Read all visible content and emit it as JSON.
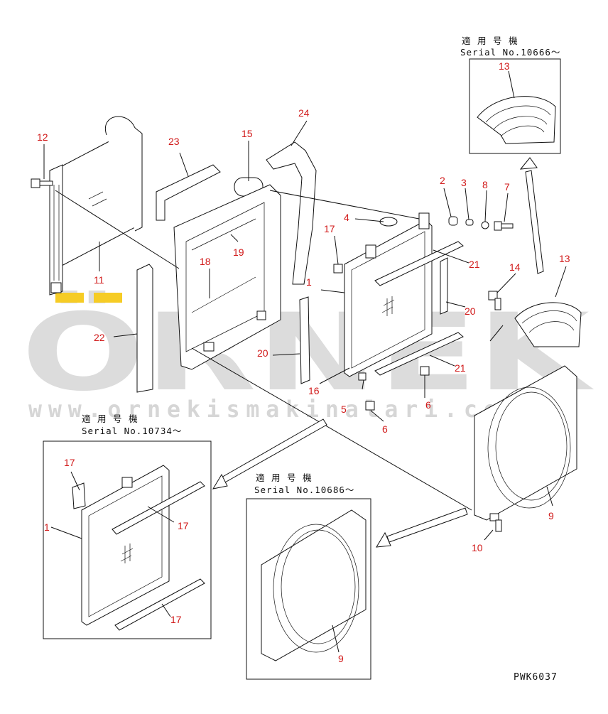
{
  "watermark": {
    "brand": "ÖRNEK",
    "url": "www.ornekismakinalari.com.tr",
    "brand_color": "#d7d7d7",
    "accent_color": "#f5c400"
  },
  "drawing_code": "PWK6037",
  "callouts": {
    "c1": "1",
    "c2": "2",
    "c3": "3",
    "c4": "4",
    "c5": "5",
    "c6a": "6",
    "c6b": "6",
    "c7": "7",
    "c8": "8",
    "c9": "9",
    "c10": "10",
    "c11": "11",
    "c12": "12",
    "c13a": "13",
    "c13b": "13",
    "c14": "14",
    "c15": "15",
    "c16": "16",
    "c17": "17",
    "c18": "18",
    "c19": "19",
    "c20a": "20",
    "c20b": "20",
    "c21a": "21",
    "c21b": "21",
    "c22": "22",
    "c23": "23",
    "c24": "24"
  },
  "insets": {
    "top_right": {
      "applicable": "適 用 号 機",
      "serial": "Serial No.10666～",
      "callout": "13"
    },
    "left": {
      "applicable": "適 用 号 機",
      "serial": "Serial No.10734～",
      "callout_1": "1",
      "callout_17a": "17",
      "callout_17b": "17",
      "callout_17c": "17"
    },
    "center": {
      "applicable": "適 用 号 機",
      "serial": "Serial No.10686～",
      "callout": "9"
    }
  },
  "colors": {
    "callout": "#d11a1a",
    "line": "#111111"
  }
}
